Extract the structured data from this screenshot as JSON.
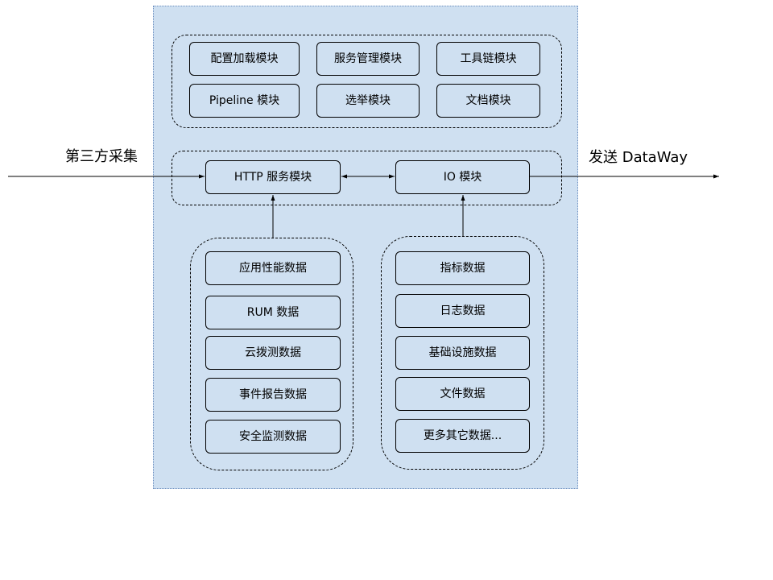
{
  "external": {
    "input_label": "第三方采集",
    "output_label": "发送 DataWay"
  },
  "top_group": {
    "modules": [
      "配置加载模块",
      "服务管理模块",
      "工具链模块",
      "Pipeline 模块",
      "选举模块",
      "文档模块"
    ]
  },
  "middle_group": {
    "http_module": "HTTP 服务模块",
    "io_module": "IO 模块"
  },
  "left_data_group": {
    "items": [
      "应用性能数据",
      "RUM 数据",
      "云拨测数据",
      "事件报告数据",
      "安全监测数据"
    ]
  },
  "right_data_group": {
    "items": [
      "指标数据",
      "日志数据",
      "基础设施数据",
      "文件数据",
      "更多其它数据..."
    ]
  },
  "colors": {
    "panel_fill": "#cfe0f1",
    "panel_border": "#6c8ebf",
    "stroke": "#000000"
  }
}
